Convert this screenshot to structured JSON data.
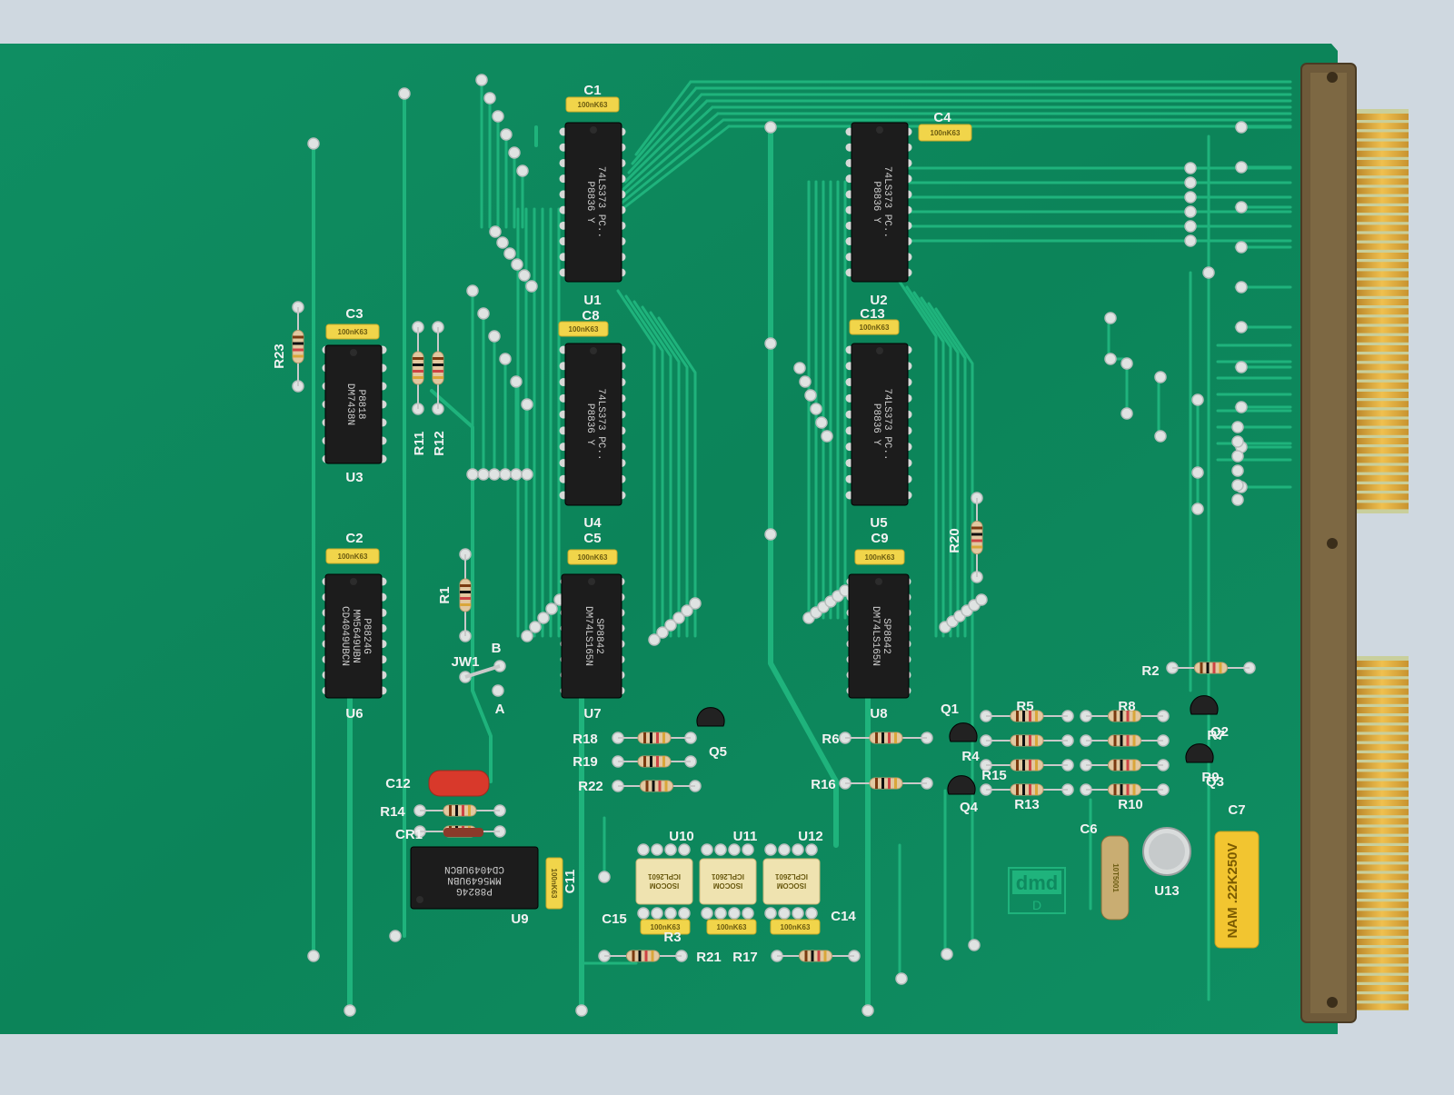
{
  "colors": {
    "background": "#cfd8e0",
    "board": "#0e8a5f",
    "trace": "#19b07a",
    "pad": "#d8dcdc",
    "chip": "#1b1b1b",
    "gold": "#d9a63a",
    "capacitor_yellow": "#f1d54a",
    "edge_connector_frame": "#6e5a3a"
  },
  "chips": [
    {
      "ref": "U1",
      "lines": [
        "74LS373 PC..",
        "P8836 Y"
      ],
      "pins": 20
    },
    {
      "ref": "U2",
      "lines": [
        "74LS373 PC..",
        "P8836 Y"
      ],
      "pins": 20
    },
    {
      "ref": "U3",
      "lines": [
        "P8818",
        "DM7438N"
      ],
      "pins": 14
    },
    {
      "ref": "U4",
      "lines": [
        "74LS373 PC..",
        "P8836 Y"
      ],
      "pins": 20
    },
    {
      "ref": "U5",
      "lines": [
        "74LS373 PC..",
        "P8836 Y"
      ],
      "pins": 20
    },
    {
      "ref": "U6",
      "lines": [
        "P8824G",
        "MM5649UBN",
        "CD4049UBCN"
      ],
      "pins": 16
    },
    {
      "ref": "U7",
      "lines": [
        "SP8842",
        "DM74LS165N"
      ],
      "pins": 16
    },
    {
      "ref": "U8",
      "lines": [
        "SP8842",
        "DM74LS165N"
      ],
      "pins": 16
    },
    {
      "ref": "U9",
      "lines": [
        "P8824G",
        "MM5649UBN",
        "CD4049UBCN"
      ],
      "pins": 16
    },
    {
      "ref": "U10",
      "lines": [
        "ISOCOM",
        "ICPL2601"
      ],
      "pins": 8
    },
    {
      "ref": "U11",
      "lines": [
        "ISOCOM",
        "ICPL2601"
      ],
      "pins": 8
    },
    {
      "ref": "U12",
      "lines": [
        "ISOCOM",
        "ICPL2601"
      ],
      "pins": 8
    }
  ],
  "capacitors": [
    {
      "ref": "C1",
      "marking": "100nK63"
    },
    {
      "ref": "C2",
      "marking": "100nK63"
    },
    {
      "ref": "C3",
      "marking": "100nK63"
    },
    {
      "ref": "C4",
      "marking": "100nK63"
    },
    {
      "ref": "C5",
      "marking": "100nK63"
    },
    {
      "ref": "C8",
      "marking": "100nK63"
    },
    {
      "ref": "C9",
      "marking": "100nK63"
    },
    {
      "ref": "C11",
      "marking": "100nK63"
    },
    {
      "ref": "C13",
      "marking": "100nK63"
    },
    {
      "ref": "C14",
      "marking": "100nK63"
    },
    {
      "ref": "C15",
      "marking": "100nK63"
    },
    {
      "ref": "C12",
      "marking": ""
    },
    {
      "ref": "C6",
      "marking": "10T5001"
    },
    {
      "ref": "C7",
      "marking": "NAM .22K250V"
    }
  ],
  "resistors": [
    "R1",
    "R2",
    "R3",
    "R4",
    "R5",
    "R6",
    "R7",
    "R8",
    "R9",
    "R10",
    "R11",
    "R12",
    "R13",
    "R14",
    "R15",
    "R16",
    "R17",
    "R18",
    "R19",
    "R20",
    "R21",
    "R22",
    "R23"
  ],
  "transistors": [
    "Q1",
    "Q2",
    "Q3",
    "Q4",
    "Q5"
  ],
  "other_labels": [
    "U13",
    "CR1",
    "JW1",
    "A",
    "B"
  ],
  "logo": {
    "text": "dmd",
    "sub": "D"
  }
}
